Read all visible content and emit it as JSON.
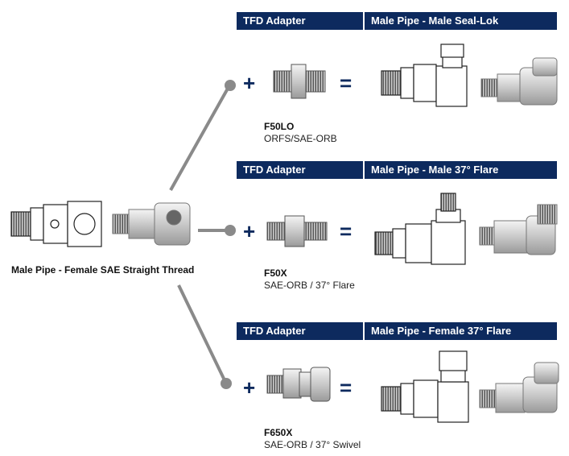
{
  "source": {
    "label": "Male Pipe - Female SAE Straight Thread"
  },
  "rows": [
    {
      "adapter_header": "TFD Adapter",
      "result_header": "Male Pipe - Male Seal-Lok",
      "code": "F50LO",
      "desc": "ORFS/SAE-ORB",
      "plus": "+",
      "equals": "="
    },
    {
      "adapter_header": "TFD Adapter",
      "result_header": "Male Pipe - Male 37° Flare",
      "code": "F50X",
      "desc": "SAE-ORB / 37° Flare",
      "plus": "+",
      "equals": "="
    },
    {
      "adapter_header": "TFD Adapter",
      "result_header": "Male Pipe - Female 37° Flare",
      "code": "F650X",
      "desc": "SAE-ORB / 37° Swivel",
      "plus": "+",
      "equals": "="
    }
  ],
  "colors": {
    "header_bg": "#0d2a5e",
    "connector": "#8a8a8a",
    "symbol": "#0d2a5e"
  }
}
